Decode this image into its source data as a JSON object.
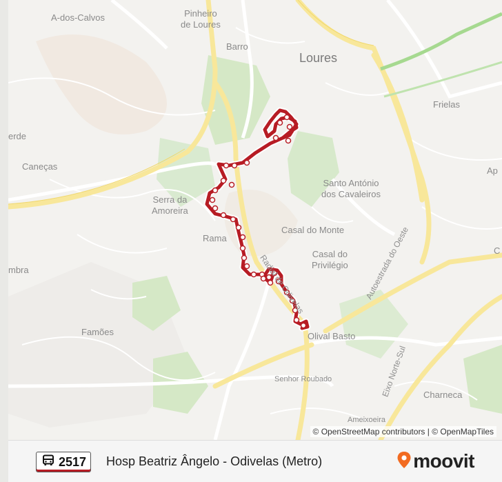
{
  "places": {
    "a_dos_calvos": "A-dos-Calvos",
    "pinheiro_de_loures": "Pinheiro\nde Loures",
    "barro": "Barro",
    "loures": "Loures",
    "frielas": "Frielas",
    "verde": "erde",
    "canecas": "Caneças",
    "ap": "Ap",
    "santo_antonio": "Santo António\ndos Cavaleiros",
    "serra_da_amoreira": "Serra da\nAmoreira",
    "casal_do_monte": "Casal do Monte",
    "ramada": "Rama",
    "casal_do_privilegio": "Casal do\nPrivilégio",
    "c": "C",
    "ambra": "mbra",
    "famoes": "Famões",
    "olival_basto": "Olival Basto",
    "senhor_roubado": "Senhor Roubado",
    "charneca": "Charneca",
    "ameixoeira": "Ameixoeira"
  },
  "roads": {
    "radial": "Radial de Odivelas",
    "autoestrada": "Autoestrada do Oeste",
    "eixo": "Eixo Norte-Sul"
  },
  "attribution": "© OpenStreetMap contributors | © OpenMapTiles",
  "route": {
    "number": "2517",
    "name": "Hosp Beatriz Ângelo - Odivelas (Metro)",
    "color": "#b71c24"
  },
  "brand": {
    "name": "moovit",
    "accent": "#f26b21"
  },
  "icons": {
    "bus": "bus-icon",
    "brand_pin": "moovit-pin-icon"
  }
}
